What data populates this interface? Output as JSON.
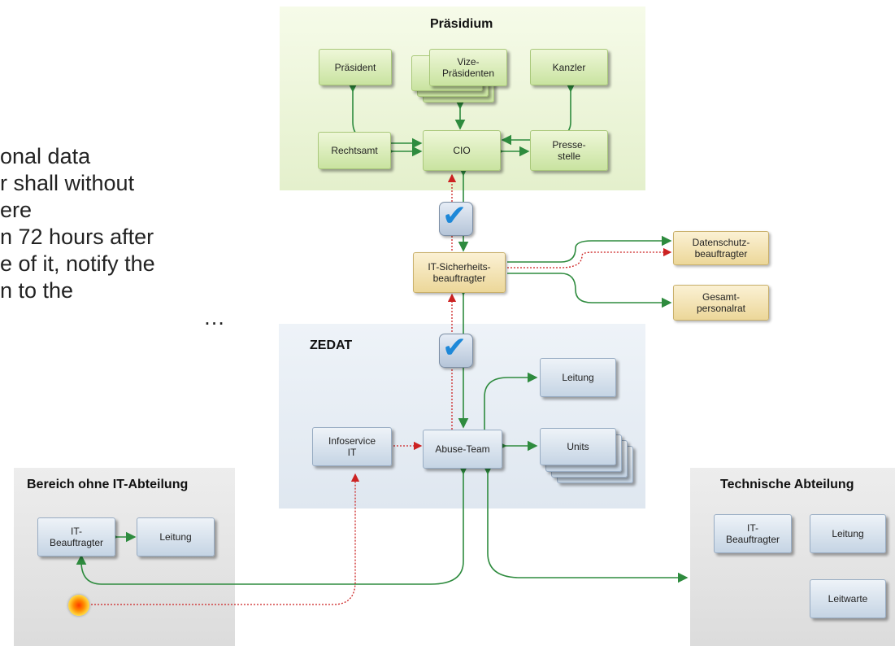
{
  "slide": {
    "lines": [
      "onal data",
      "r shall without",
      "ere",
      "n 72 hours after",
      "e of it, notify the",
      "n to the",
      "…"
    ]
  },
  "praesidium": {
    "title": "Präsidium",
    "praesident": "Präsident",
    "vize": "Vize-\nPräsidenten",
    "kanzler": "Kanzler",
    "rechtsamt": "Rechtsamt",
    "cio": "CIO",
    "pressestelle": "Presse-\nstelle"
  },
  "middle": {
    "it_sicherheit": "IT-Sicherheits-\nbeauftragter",
    "datenschutz": "Datenschutz-\nbeauftragter",
    "personalrat": "Gesamt-\npersonalrat"
  },
  "zedat": {
    "title": "ZEDAT",
    "leitung": "Leitung",
    "infoservice": "Infoservice\nIT",
    "abuse": "Abuse-Team",
    "units": "Units"
  },
  "bereich": {
    "title": "Bereich ohne IT-Abteilung",
    "it_beauftragter": "IT-\nBeauftragter",
    "leitung": "Leitung"
  },
  "technisch": {
    "title": "Technische Abteilung",
    "it_beauftragter": "IT-\nBeauftragter",
    "leitung": "Leitung",
    "leitwarte": "Leitwarte"
  },
  "colors": {
    "green_arrow": "#2e8b3e",
    "red_arrow": "#cc2222",
    "check": "#1e88d8"
  }
}
